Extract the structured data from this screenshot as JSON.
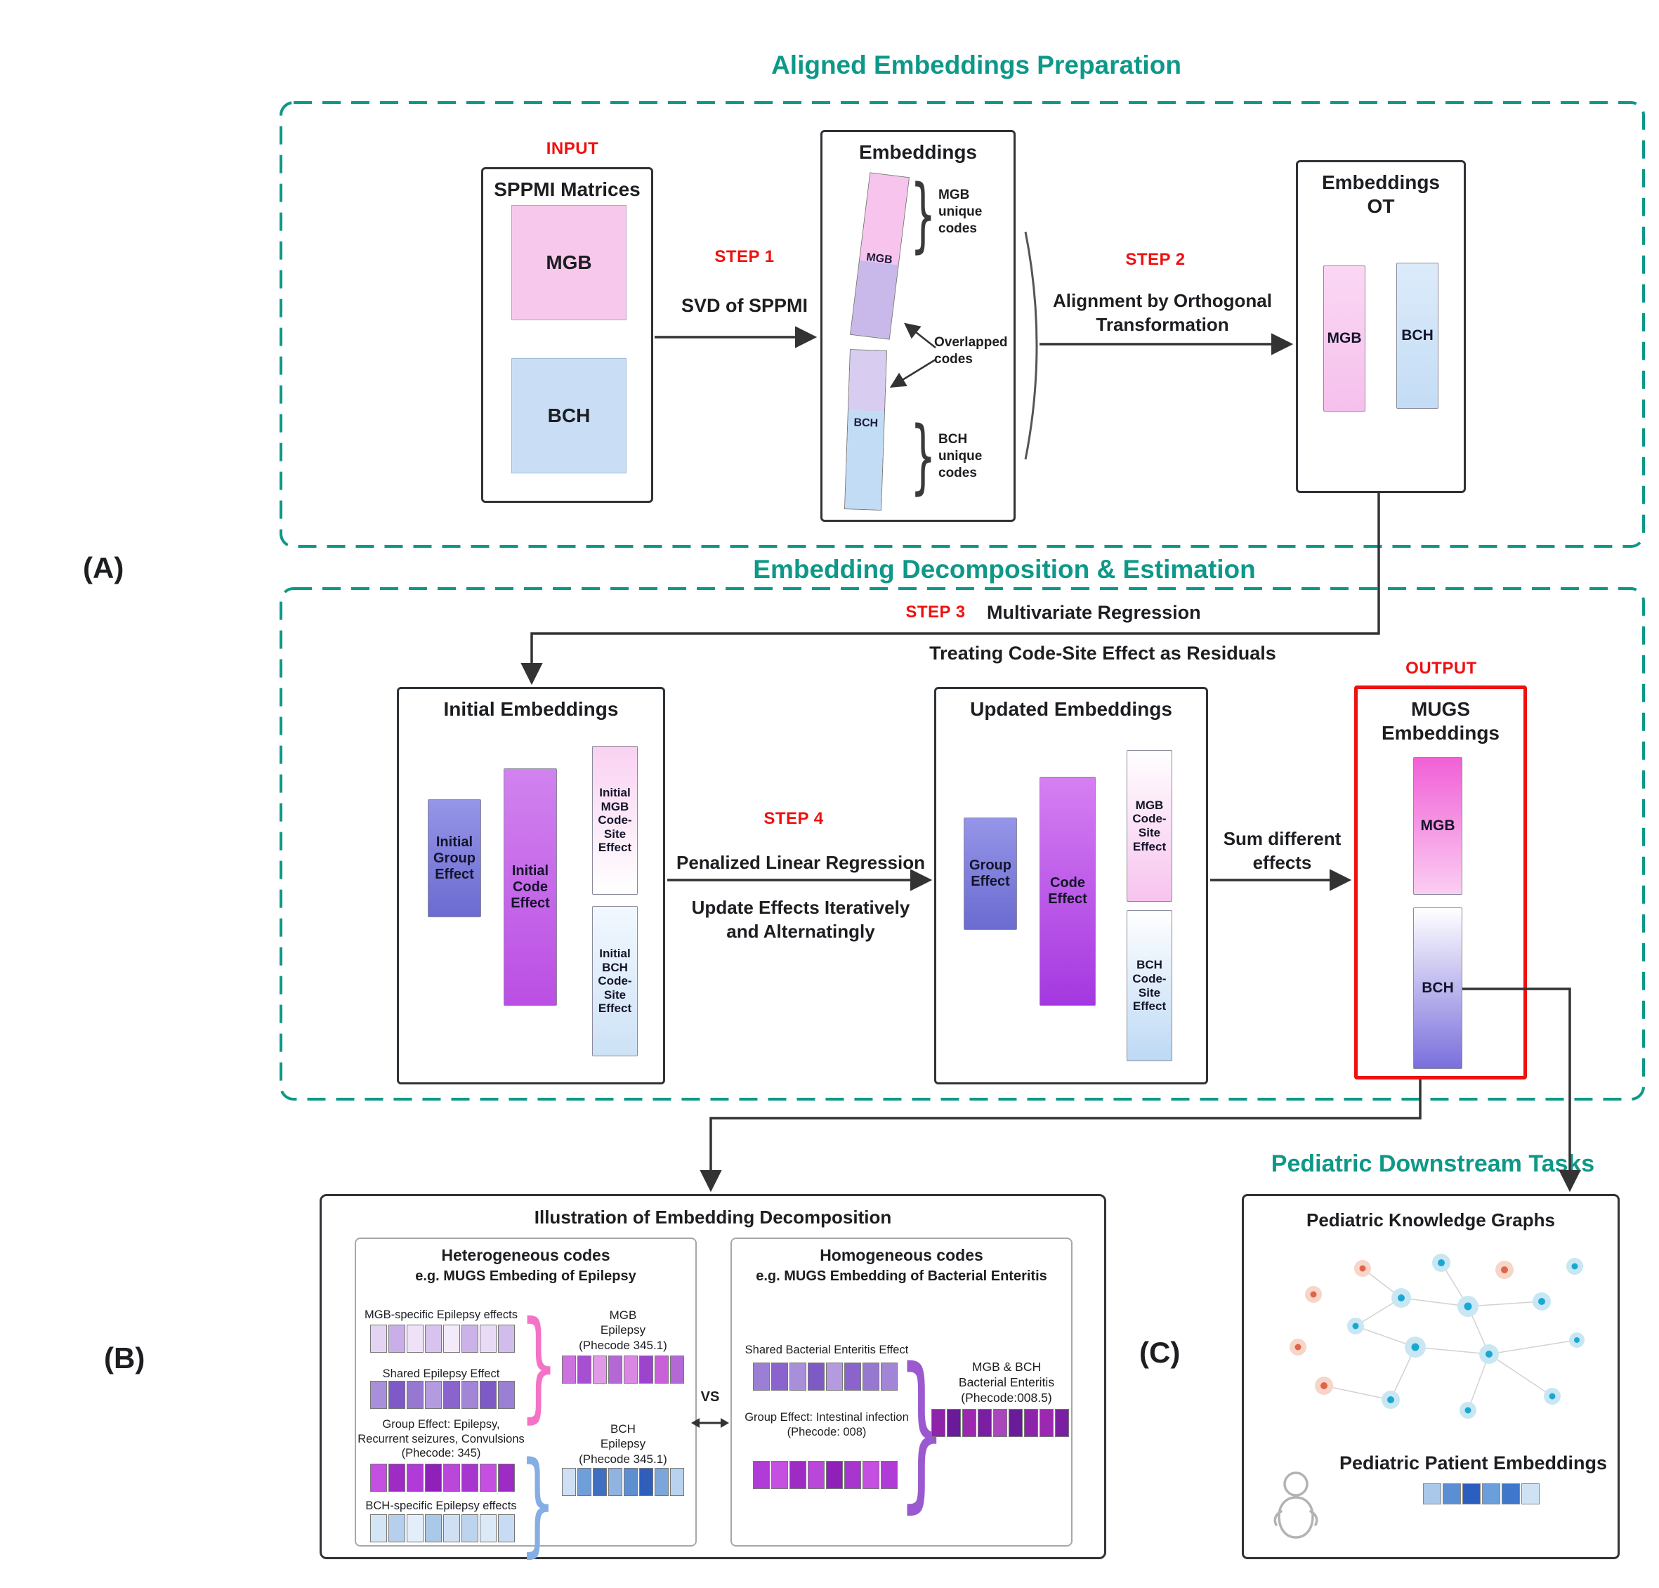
{
  "labels": {
    "panel_a": "(A)",
    "panel_b": "(B)",
    "panel_c": "(C)"
  },
  "prep": {
    "title": "Aligned Embeddings Preparation",
    "input_label": "INPUT",
    "sppmi_title": "SPPMI Matrices",
    "sppmi_mgb": "MGB",
    "sppmi_bch": "BCH",
    "step1_label": "STEP 1",
    "step1_text": "SVD of SPPMI",
    "emb_title": "Embeddings",
    "emb_mgb": "MGB",
    "emb_bch": "BCH",
    "mgb_unique": "MGB\nunique\ncodes",
    "overlapped": "Overlapped\ncodes",
    "bch_unique": "BCH\nunique\ncodes",
    "step2_label": "STEP 2",
    "step2_text": "Alignment by Orthogonal\nTransformation",
    "ot_title": "Embeddings\nOT",
    "ot_mgb": "MGB",
    "ot_bch": "BCH"
  },
  "decomp": {
    "title": "Embedding Decomposition & Estimation",
    "step3_label": "STEP 3",
    "step3_text": "Multivariate Regression",
    "step3_sub": "Treating Code-Site Effect as Residuals",
    "initial_title": "Initial Embeddings",
    "initial_group": "Initial\nGroup\nEffect",
    "initial_code": "Initial\nCode\nEffect",
    "initial_mgb_cs": "Initial\nMGB\nCode-\nSite\nEffect",
    "initial_bch_cs": "Initial\nBCH\nCode-\nSite\nEffect",
    "step4_label": "STEP 4",
    "step4_text": "Penalized Linear Regression",
    "step4_sub": "Update Effects Iteratively\nand Alternatingly",
    "updated_title": "Updated Embeddings",
    "updated_group": "Group\nEffect",
    "updated_code": "Code\nEffect",
    "updated_mgb_cs": "MGB\nCode-\nSite\nEffect",
    "updated_bch_cs": "BCH\nCode-\nSite\nEffect",
    "sum_text": "Sum different\neffects",
    "output_label": "OUTPUT",
    "mugs_title": "MUGS\nEmbeddings",
    "mugs_mgb": "MGB",
    "mugs_bch": "BCH"
  },
  "illustration": {
    "title": "Illustration of Embedding Decomposition",
    "hetero_title": "Heterogeneous codes",
    "hetero_subtitle": "e.g. MUGS Embeding of Epilepsy",
    "rows": [
      {
        "label": "MGB-specific Epilepsy effects",
        "colors": [
          "#e4d4f4",
          "#c9aee8",
          "#efe2f8",
          "#d8c2ee",
          "#f3eafa",
          "#cbb2e9",
          "#e9dbf5",
          "#d2bcec"
        ]
      },
      {
        "label": "Shared Epilepsy Effect",
        "colors": [
          "#a98fd9",
          "#7d5ac6",
          "#9678d1",
          "#b49ade",
          "#8a63cc",
          "#a285d6",
          "#7d5ac6",
          "#9b7fd4"
        ]
      },
      {
        "label": "Group Effect: Epilepsy,\nRecurrent seizures, Convulsions\n(Phecode: 345)",
        "colors": [
          "#c44fe0",
          "#9d2bc4",
          "#b03bd6",
          "#8f20b8",
          "#ba46da",
          "#a935cf",
          "#c44fe0",
          "#9d2bc4"
        ]
      },
      {
        "label": "BCH-specific Epilepsy effects",
        "colors": [
          "#d4e6f6",
          "#b5cfec",
          "#e2eefa",
          "#aac8e8",
          "#cfe0f4",
          "#bcd4ee",
          "#dceaf8",
          "#c7dcf2"
        ]
      }
    ],
    "mgb_result": {
      "label": "MGB\nEpilepsy\n(Phecode 345.1)",
      "colors": [
        "#cb72de",
        "#a74fd1",
        "#e09ae8",
        "#b368d6",
        "#d987e3",
        "#9d44cc",
        "#c95fd9",
        "#b368d6"
      ]
    },
    "bch_result": {
      "label": "BCH\nEpilepsy\n(Phecode 345.1)",
      "colors": [
        "#cfe0f4",
        "#6f9fd8",
        "#3f6fc0",
        "#8fb4e2",
        "#5e8fd0",
        "#2f5fb8",
        "#7aa6db",
        "#b9d2ee"
      ]
    },
    "vs_label": "VS",
    "homo_title": "Homogeneous codes",
    "homo_subtitle": "e.g. MUGS Embedding of Bacterial Enteritis",
    "homo_shared": {
      "label": "Shared Bacterial Enteritis Effect",
      "colors": [
        "#9b7fd4",
        "#8a63cc",
        "#a98fd9",
        "#7d5ac6",
        "#b49ade",
        "#8a63cc",
        "#9678d1",
        "#a285d6"
      ]
    },
    "homo_group": {
      "label": "Group Effect: Intestinal infection\n(Phecode: 008)",
      "colors": [
        "#b03bd6",
        "#c44fe0",
        "#9d2bc4",
        "#ba46da",
        "#8f20b8",
        "#a935cf",
        "#c44fe0",
        "#b03bd6"
      ]
    },
    "homo_result": {
      "label": "MGB & BCH\nBacterial Enteritis\n(Phecode:008.5)",
      "colors": [
        "#8e24aa",
        "#6a1b9a",
        "#9c27b0",
        "#7b1fa2",
        "#ab47bc",
        "#6a1b9a",
        "#8e24aa",
        "#9c27b0",
        "#7b1fa2"
      ]
    }
  },
  "pediatric": {
    "title": "Pediatric Downstream Tasks",
    "kg_title": "Pediatric Knowledge Graphs",
    "patient_title": "Pediatric Patient Embeddings",
    "patient_colors": [
      "#a9c8ea",
      "#5b8fd4",
      "#2a5fc0",
      "#6b9fdc",
      "#3e77cc",
      "#cfe2f4"
    ]
  },
  "icons": {
    "brace": "}"
  },
  "colors": {
    "teal": "#0e9888",
    "red": "#ef1010"
  }
}
